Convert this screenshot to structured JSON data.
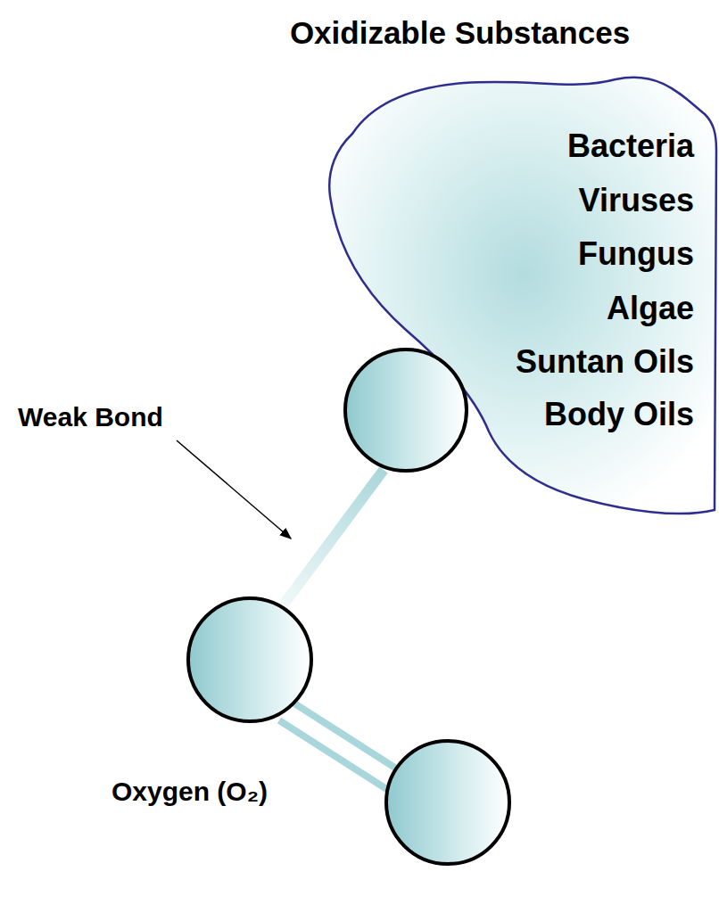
{
  "diagram": {
    "title": "Oxidizable Substances",
    "nodes": [
      {
        "text": [
          "Bacteria",
          "Viruses",
          "Fungus",
          "Algae",
          "Suntan Oils",
          "Body Oils"
        ]
      }
    ],
    "labels": [
      "Weak Bond",
      "Oxygen (O₂)"
    ]
  }
}
